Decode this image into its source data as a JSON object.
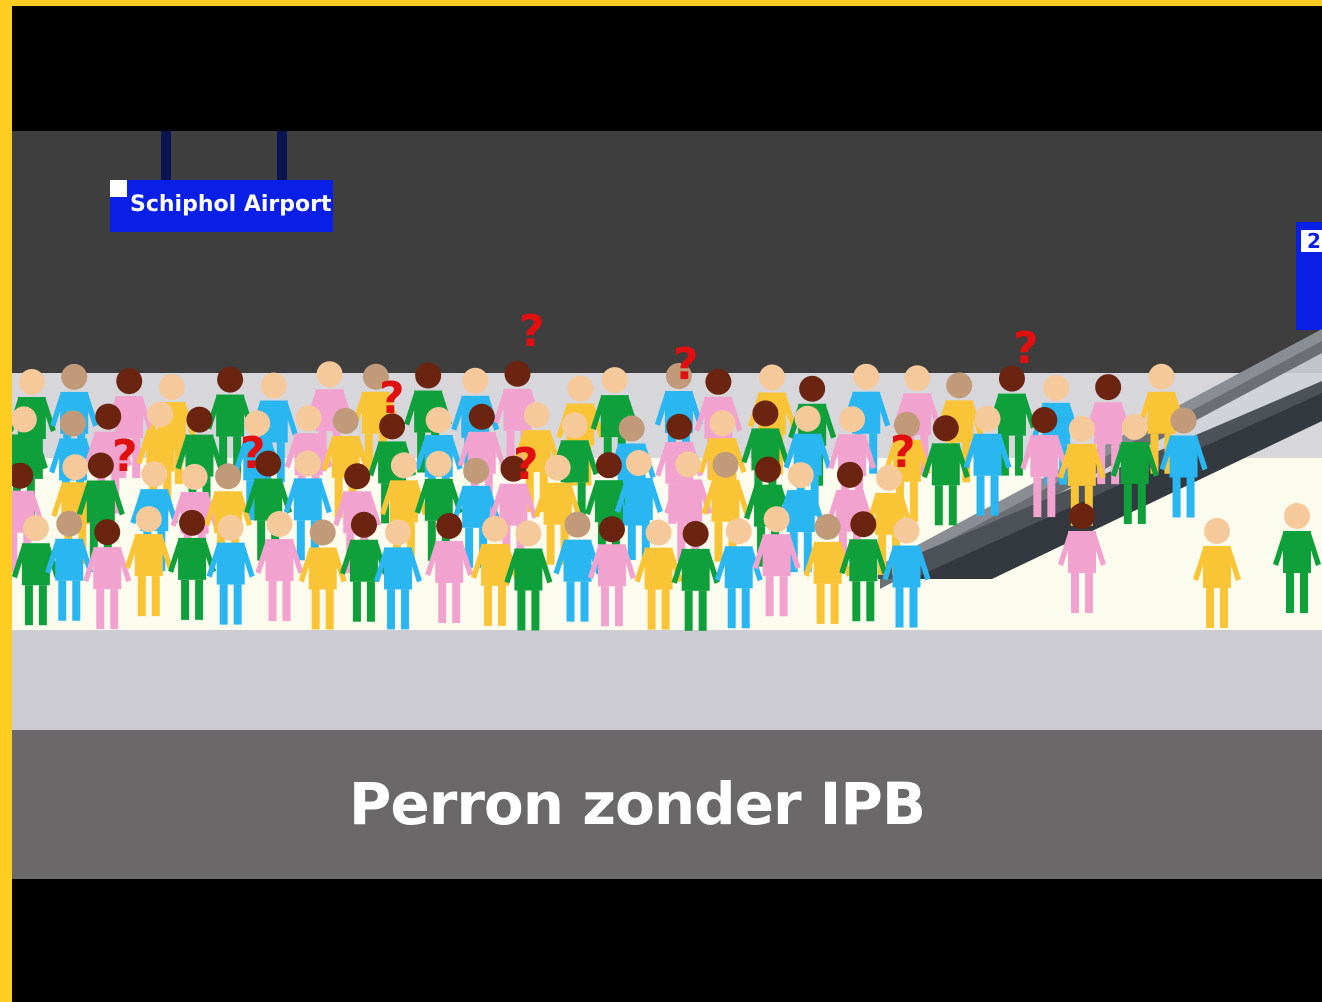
{
  "sign": {
    "station_name": "Schiphol Airport"
  },
  "platform_sign": {
    "number": "2"
  },
  "caption": "Perron zonder IPB",
  "colors": {
    "frame_border": "#FFCC22",
    "sign_blue": "#0A1FE6",
    "question_mark": "#E01010",
    "person_green": "#0FA03C",
    "person_blue": "#2AB6F0",
    "person_pink": "#F2A2CF",
    "person_yellow": "#F9C436"
  },
  "question_mark_glyph": "?",
  "icons": [
    "station-sign-icon",
    "escalator-icon",
    "person-icon",
    "question-mark-icon"
  ]
}
